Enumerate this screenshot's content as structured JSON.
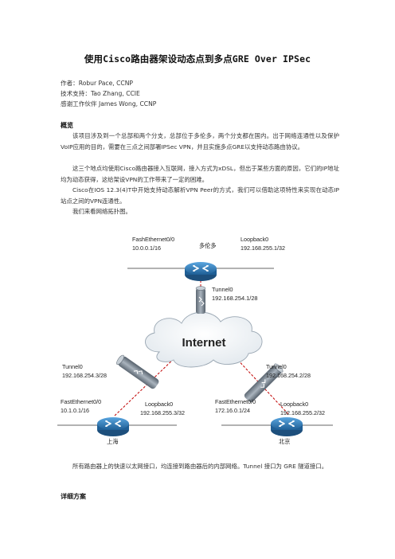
{
  "doc": {
    "title": "使用Cisco路由器架设动态点到多点GRE Over IPSec",
    "author": "作者：Robur Pace, CCNP",
    "tech_support": "技术支持：Tao Zhang, CCIE",
    "thanks": "感谢工作伙伴 James Wong, CCNP",
    "section_overview": "概览",
    "p1": "该项目涉及到一个总部和两个分支，总部位于多伦多，两个分支都在国内。出于网络连通性以及保护VoIP应用的目的，需要在三点之间部署IPSec VPN，并且实施多点GRE以支持动态路由协议。",
    "p2": "这三个地点均使用Cisco路由器接入互联网，接入方式为xDSL，但出于某些方面的原因，它们的IP地址均为动态获得，这给架设VPN的工作带来了一定的困难。",
    "p3": "Cisco在IOS 12.3(4)T中开始支持动态解析VPN Peer的方式，我们可以借助这项特性来实现在动态IP站点之间的VPN连通性。",
    "p4": "我们来看网络拓扑图。",
    "p5": "所有路由器上的快速以太网接口，均连接到路由器后的内部网络。Tunnel 接口为 GRE 隧道接口。",
    "section_detail": "详细方案"
  },
  "diagram": {
    "hq_name": "多伦多",
    "sh_name": "上海",
    "bj_name": "北京",
    "internet": "Internet",
    "hq_fe_name": "FashEthernet0/0",
    "hq_fe_ip": "10.0.0.1/16",
    "hq_lo_name": "Loopback0",
    "hq_lo_ip": "192.168.255.1/32",
    "hq_tun_name": "Tunnel0",
    "hq_tun_ip": "192.168.254.1/28",
    "sh_tun_name": "Tunnel0",
    "sh_tun_ip": "192.168.254.3/28",
    "sh_fe_name": "FastEthernet0/0",
    "sh_fe_ip": "10.1.0.1/16",
    "sh_lo_name": "Loopback0",
    "sh_lo_ip": "192.168.255.3/32",
    "bj_tun_name": "Tunnel0",
    "bj_tun_ip": "192.168.254.2/28",
    "bj_fe_name": "FastEthernet0/0",
    "bj_fe_ip": "172.16.0.1/24",
    "bj_lo_name": "Loopback0",
    "bj_lo_ip": "192.168.255.2/32",
    "colors": {
      "router": "#2b7bbd",
      "tunnel": "#7d8a96",
      "link": "#c00000",
      "cloud": "#eef2f5"
    }
  }
}
